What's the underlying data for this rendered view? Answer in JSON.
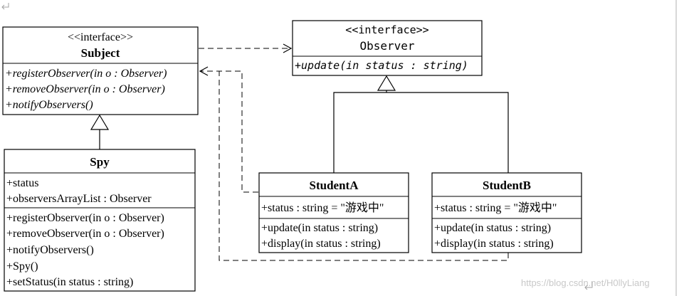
{
  "subject": {
    "stereotype": "<<interface>>",
    "name": "Subject",
    "methods": [
      "+registerObserver(in o : Observer)",
      "+removeObserver(in o : Observer)",
      "+notifyObservers()"
    ]
  },
  "observer": {
    "stereotype": "<<interface>>",
    "name": "Observer",
    "methods": [
      "+update(in status : string)"
    ]
  },
  "spy": {
    "name": "Spy",
    "attributes": [
      "+status",
      "+observersArrayList : Observer"
    ],
    "methods": [
      "+registerObserver(in o : Observer)",
      "+removeObserver(in o : Observer)",
      "+notifyObservers()",
      "+Spy()",
      "+setStatus(in status : string)"
    ]
  },
  "studentA": {
    "name": "StudentA",
    "attributes": [
      "+status : string = \"游戏中\""
    ],
    "methods": [
      "+update(in status : string)",
      "+display(in status : string)"
    ]
  },
  "studentB": {
    "name": "StudentB",
    "attributes": [
      "+status : string = \"游戏中\""
    ],
    "methods": [
      "+update(in status : string)",
      "+display(in status : string)"
    ]
  },
  "watermark": "https://blog.csdn.net/H0llyLiang",
  "colors": {
    "line": "#000000",
    "watermark": "#c8c8c8",
    "margin_mark": "#a0a0a0"
  },
  "icons": [
    "return-arrow-icon",
    "return-arrow-icon"
  ]
}
